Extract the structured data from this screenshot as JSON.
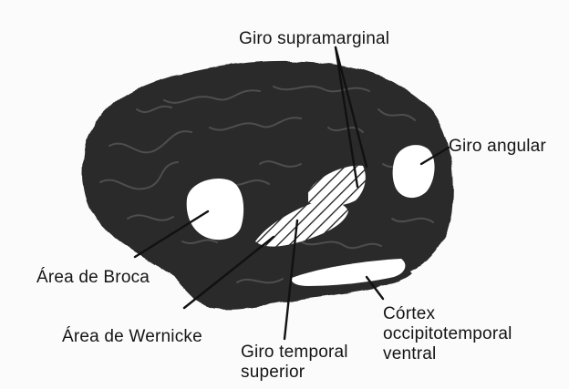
{
  "diagram": {
    "labels": {
      "supramarginal": "Giro supramarginal",
      "angular": "Giro angular",
      "broca": "Área de Broca",
      "wernicke": "Área de Wernicke",
      "temporal_superior": [
        "Giro temporal",
        "superior"
      ],
      "occipitotemporal": [
        "Córtex",
        "occipitotemporal",
        "ventral"
      ]
    },
    "colors": {
      "brain": "#2b2b2b",
      "sulci": "#5a5a5a",
      "region_fill": "#ffffff",
      "hatch": "#1a1a1a",
      "leader_line": "#111111",
      "text": "#151515",
      "background": "#fbfbfb"
    }
  }
}
